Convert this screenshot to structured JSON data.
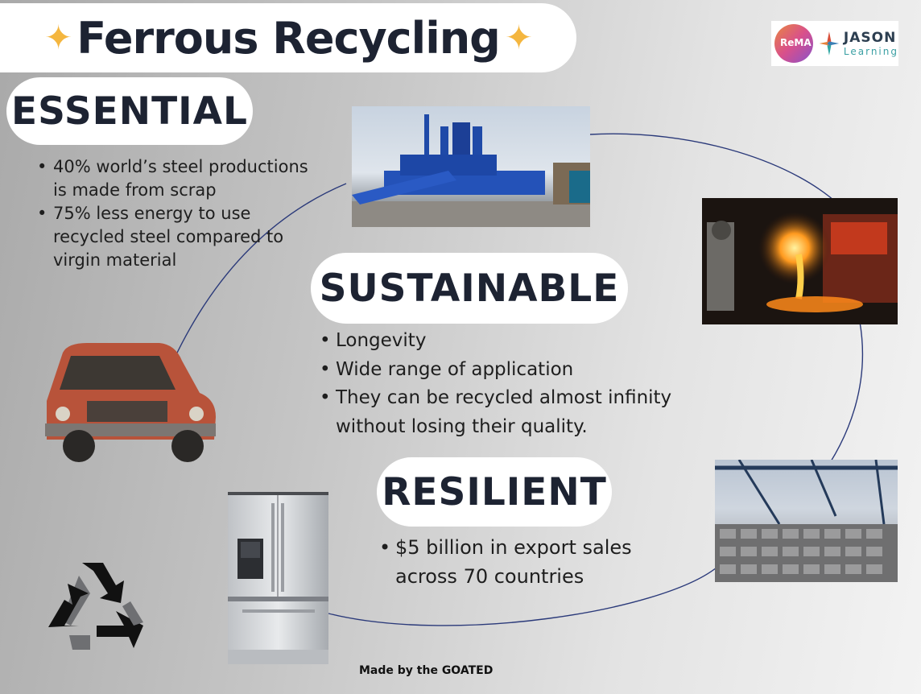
{
  "title": {
    "text": "Ferrous Recycling",
    "sparkle_icon": "sparkle-icon"
  },
  "logos": {
    "rema": "ReMA",
    "jason": "JASON",
    "learning": "Learning"
  },
  "essential": {
    "heading": "ESSENTIAL",
    "bullets": [
      "40% world’s steel productions is made from scrap",
      "75% less energy to use recycled steel compared to virgin material"
    ]
  },
  "sustainable": {
    "heading": "SUSTAINABLE",
    "bullets": [
      "Longevity",
      "Wide range of application",
      "They can be recycled almost infinity without losing their quality."
    ]
  },
  "resilient": {
    "heading": "RESILIENT",
    "bullets": [
      "$5 billion in export sales across 70 countries"
    ]
  },
  "footer": "Made by the GOATED",
  "colors": {
    "heading_text": "#1d2332",
    "sparkle": "#f4b63f",
    "connector_line": "#2b3a7a"
  }
}
